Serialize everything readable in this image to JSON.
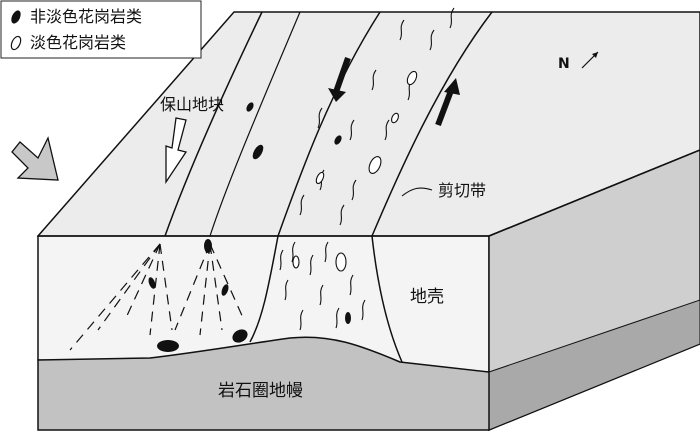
{
  "legend": {
    "items": [
      {
        "label": "非淡色花岗岩类",
        "symbol": "filled-lens"
      },
      {
        "label": "淡色花岗岩类",
        "symbol": "open-lens"
      }
    ]
  },
  "labels": {
    "block": "保山地块",
    "shear_zone": "剪切带",
    "crust": "地壳",
    "mantle": "岩石圈地幔",
    "north": "N"
  },
  "colors": {
    "top_face": "#ececec",
    "front_face": "#f2f2f2",
    "side_face": "#c9c9c9",
    "mantle": "#c0c0c0",
    "mantle_side": "#a8a8a8",
    "line": "#111111"
  }
}
